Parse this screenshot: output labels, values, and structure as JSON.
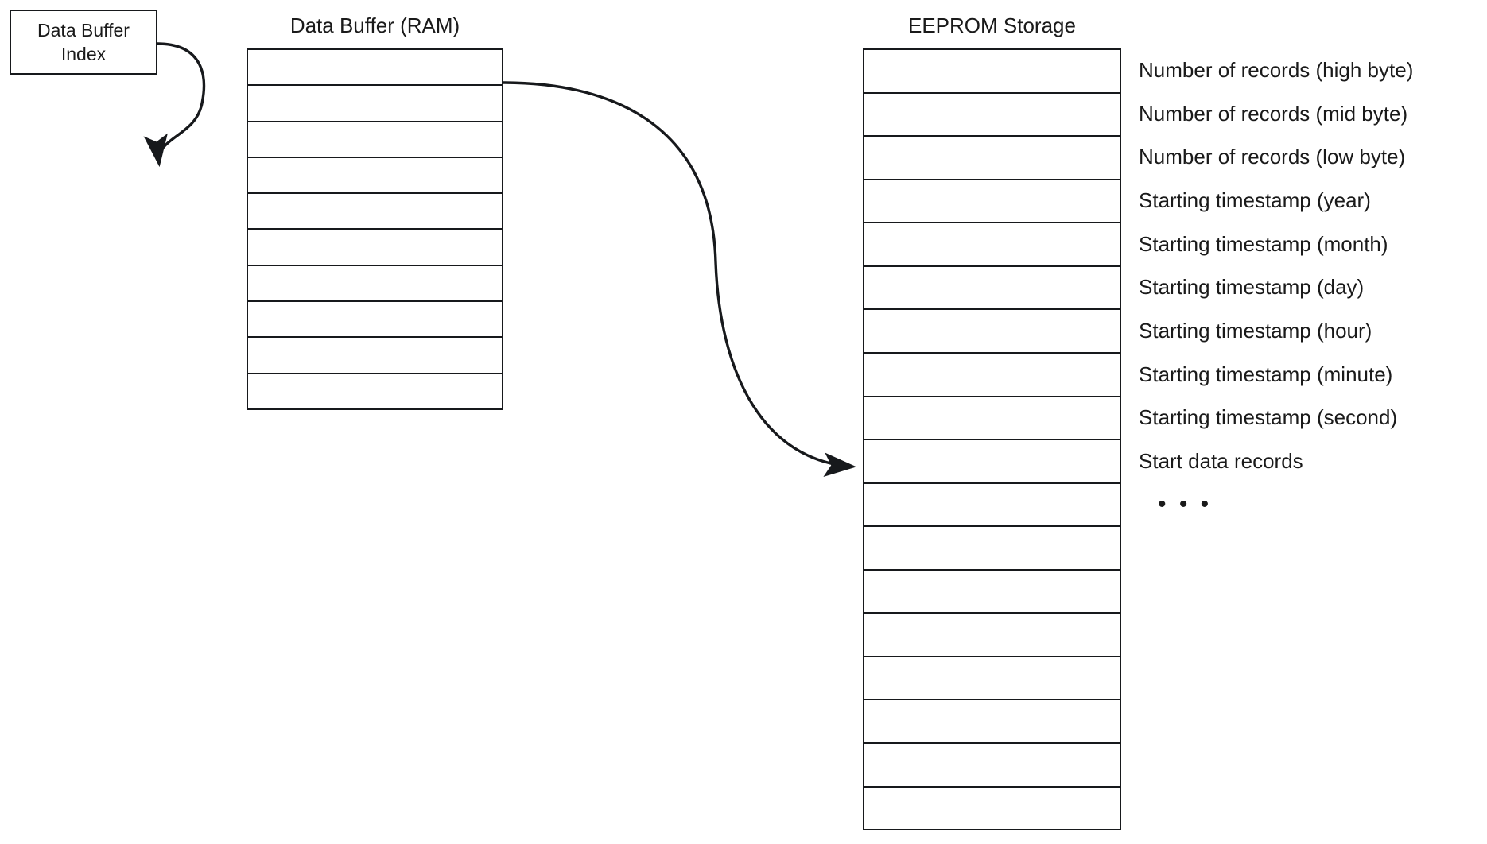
{
  "diagram": {
    "title_ram": "Data Buffer (RAM)",
    "title_eeprom": "EEPROM Storage",
    "index_box": {
      "line1": "Data Buffer",
      "line2": "Index"
    },
    "ram_buffer": {
      "row_count": 10,
      "rows": [
        "",
        "",
        "",
        "",
        "",
        "",
        "",
        "",
        "",
        ""
      ]
    },
    "eeprom_storage": {
      "row_count": 18,
      "rows": [
        "",
        "",
        "",
        "",
        "",
        "",
        "",
        "",
        "",
        "",
        "",
        "",
        "",
        "",
        "",
        "",
        "",
        ""
      ],
      "labels": [
        "Number of records (high byte)",
        "Number of records (mid byte)",
        "Number of records (low byte)",
        "Starting timestamp (year)",
        "Starting timestamp (month)",
        "Starting timestamp (day)",
        "Starting timestamp (hour)",
        "Starting timestamp (minute)",
        "Starting timestamp (second)",
        "Start data records",
        "• • •"
      ]
    },
    "connectors": [
      {
        "name": "index-to-ram-arrow",
        "from": "Data Buffer Index",
        "to": "Data Buffer (RAM) row 3"
      },
      {
        "name": "ram-to-eeprom-arrow",
        "from": "Data Buffer (RAM) row 1",
        "to": "EEPROM Storage row 10"
      }
    ],
    "colors": {
      "stroke": "#17191c",
      "fill": "#ffffff",
      "text": "#1a1a1a"
    }
  }
}
